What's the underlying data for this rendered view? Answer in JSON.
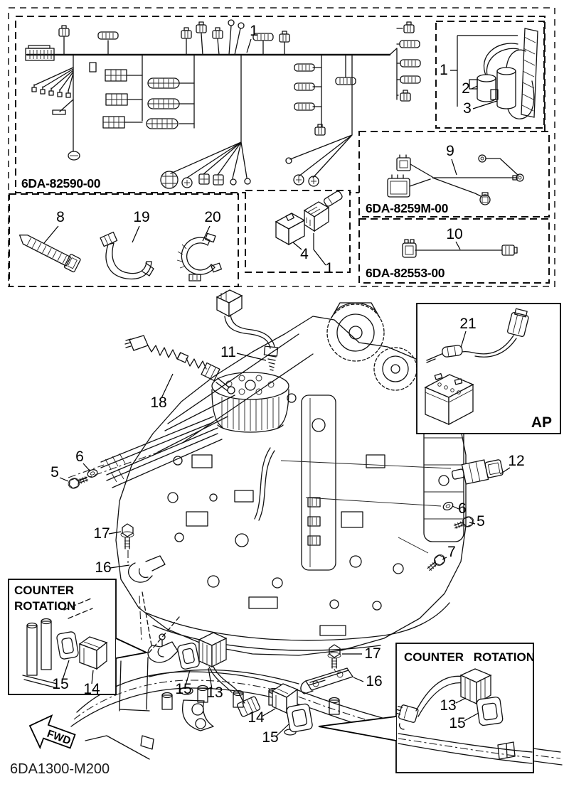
{
  "colors": {
    "line": "#000000",
    "background": "#ffffff"
  },
  "part_numbers": {
    "main_harness": "6DA-82590-00",
    "sub_lead": "6DA-8259M-00",
    "wire_lead": "6DA-82553-00"
  },
  "diagram_code": "6DA1300-M200",
  "labels": {
    "ap": "AP",
    "fwd": "FWD",
    "counter_left_1": "COUNTER",
    "counter_left_2": "ROTATION",
    "counter_right": "COUNTER ROTATION"
  },
  "callouts": [
    {
      "label": "1"
    },
    {
      "label": "8"
    },
    {
      "label": "19"
    },
    {
      "label": "20"
    },
    {
      "label": "4"
    },
    {
      "label": "1"
    },
    {
      "label": "1"
    },
    {
      "label": "2"
    },
    {
      "label": "3"
    },
    {
      "label": "9"
    },
    {
      "label": "10"
    },
    {
      "label": "11"
    },
    {
      "label": "18"
    },
    {
      "label": "21"
    },
    {
      "label": "5"
    },
    {
      "label": "6"
    },
    {
      "label": "12"
    },
    {
      "label": "6"
    },
    {
      "label": "5"
    },
    {
      "label": "7"
    },
    {
      "label": "17"
    },
    {
      "label": "16"
    },
    {
      "label": "15"
    },
    {
      "label": "14"
    },
    {
      "label": "15"
    },
    {
      "label": "13"
    },
    {
      "label": "14"
    },
    {
      "label": "15"
    },
    {
      "label": "17"
    },
    {
      "label": "16"
    },
    {
      "label": "13"
    },
    {
      "label": "15"
    }
  ]
}
